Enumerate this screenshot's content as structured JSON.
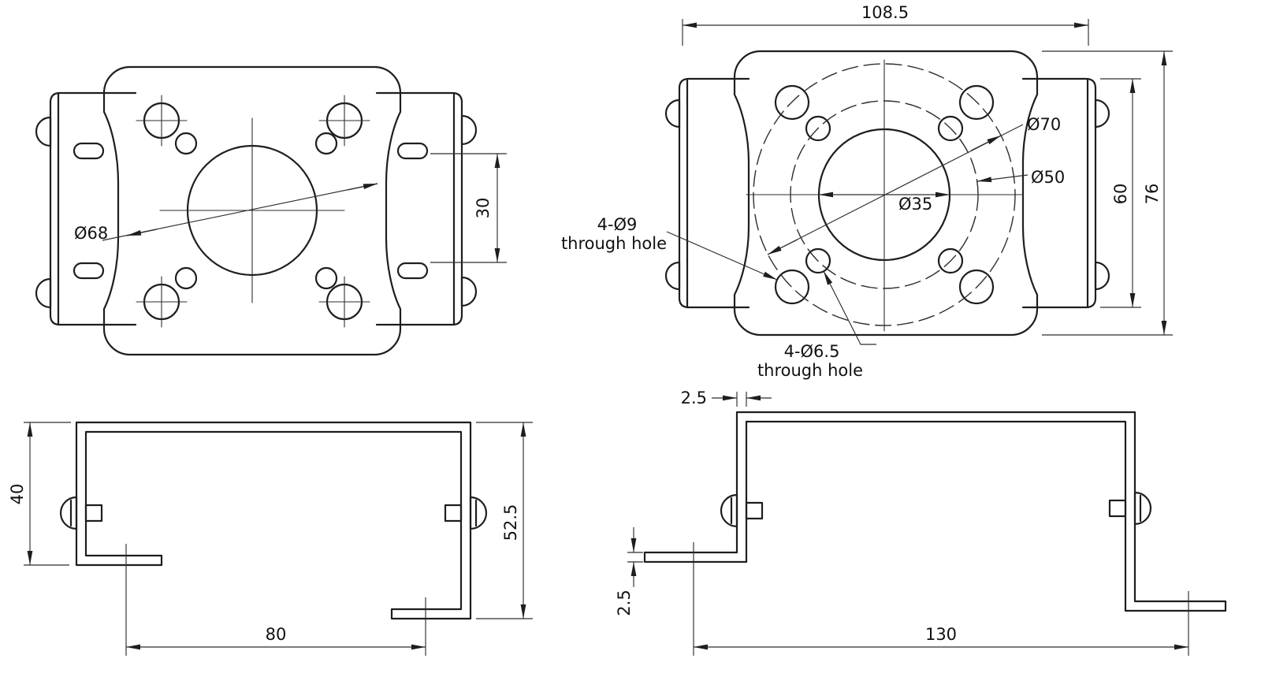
{
  "drawing": {
    "background_color": "#ffffff",
    "line_color": "#1e1e1e",
    "views": {
      "front": {
        "dim_bolt_circle": "Ø68",
        "dim_slot_span": "30"
      },
      "face": {
        "dim_width": "108.5",
        "dim_circle_70": "Ø70",
        "dim_circle_50": "Ø50",
        "dim_circle_35": "Ø35",
        "dim_height_60": "60",
        "dim_height_76": "76",
        "callout_large_holes": "4-Ø9",
        "callout_large_holes_note": "through hole",
        "callout_small_holes": "4-Ø6.5",
        "callout_small_holes_note": "through hole"
      },
      "side_a": {
        "dim_leg": "40",
        "dim_overall": "52.5",
        "dim_span": "80"
      },
      "side_b": {
        "dim_wall": "2.5",
        "dim_foot": "2.5",
        "dim_span": "130"
      }
    }
  }
}
